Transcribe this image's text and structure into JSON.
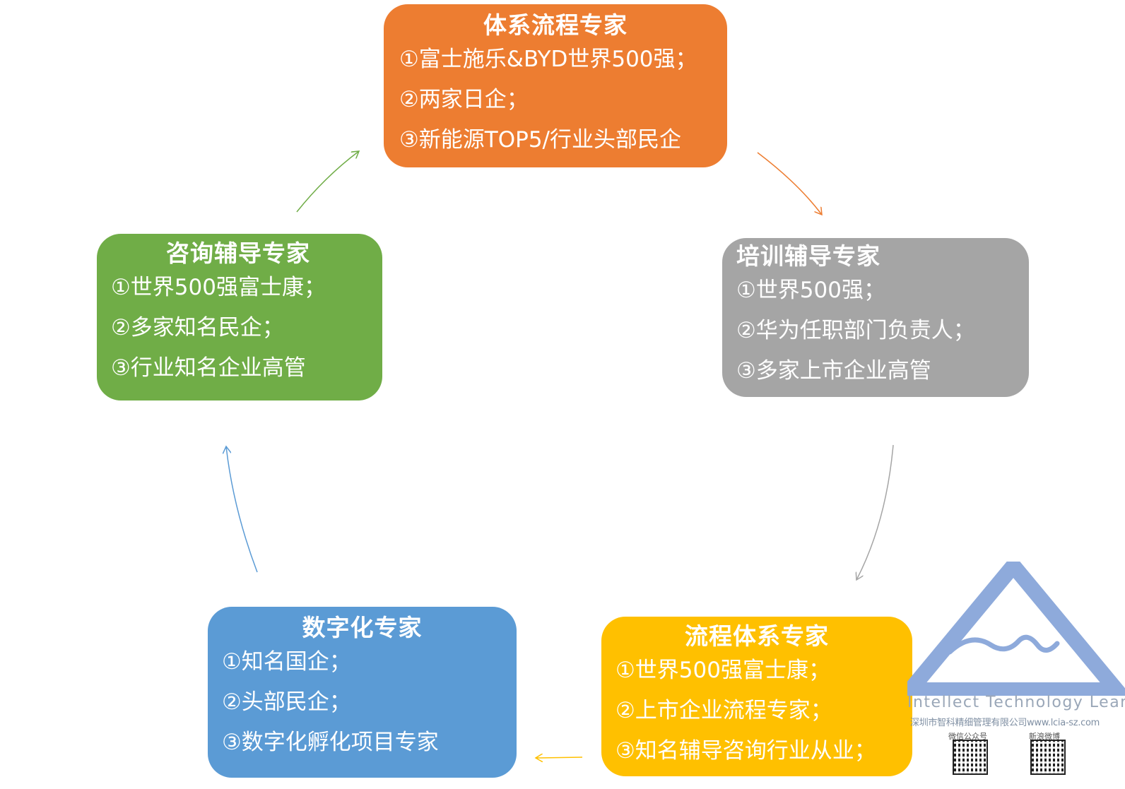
{
  "colors": {
    "orange": "#ED7D31",
    "gray": "#A5A5A5",
    "green": "#70AD47",
    "blue": "#5B9BD5",
    "gold": "#FFC000",
    "logo": "#8EAADB"
  },
  "cards": {
    "system": {
      "title": "体系流程专家",
      "lines": [
        "①富士施乐&BYD世界500强；",
        "②两家日企；",
        "③新能源TOP5/行业头部民企"
      ]
    },
    "training": {
      "title": "培训辅导专家",
      "lines": [
        "①世界500强；",
        "②华为任职部门负责人；",
        "③多家上市企业高管"
      ]
    },
    "consult": {
      "title": "咨询辅导专家",
      "lines": [
        "①世界500强富士康；",
        "②多家知名民企；",
        "③行业知名企业高管"
      ]
    },
    "digital": {
      "title": "数字化专家",
      "lines": [
        "①知名国企；",
        "②头部民企；",
        "③数字化孵化项目专家"
      ]
    },
    "process": {
      "title": "流程体系专家",
      "lines": [
        "①世界500强富士康；",
        "②上市企业流程专家；",
        "③知名辅导咨询行业从业；"
      ]
    }
  },
  "logo": {
    "wordmark": "Intellect Technology Lean",
    "company": "深圳市智科精细管理有限公司www.lcia-sz.com",
    "qr_left_label": "微信公众号",
    "qr_right_label": "新浪微博"
  }
}
